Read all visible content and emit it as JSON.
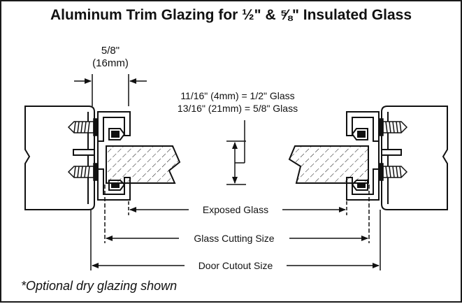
{
  "title": "Aluminum Trim Glazing for ½\" & ⅝\" Insulated Glass",
  "footnote": "*Optional dry glazing shown",
  "dimensions": {
    "top_width_line1": "5/8\"",
    "top_width_line2": "(16mm)",
    "glass_spec_line1": "11/16\" (4mm) = 1/2\" Glass",
    "glass_spec_line2": "13/16\" (21mm) = 5/8\" Glass",
    "exposed_glass": "Exposed Glass",
    "glass_cutting_size": "Glass Cutting Size",
    "door_cutout_size": "Door Cutout Size"
  },
  "icons": {
    "screw": "screw-icon",
    "arrow": "arrowhead-icon"
  },
  "colors": {
    "line": "#111111",
    "background": "#ffffff"
  }
}
